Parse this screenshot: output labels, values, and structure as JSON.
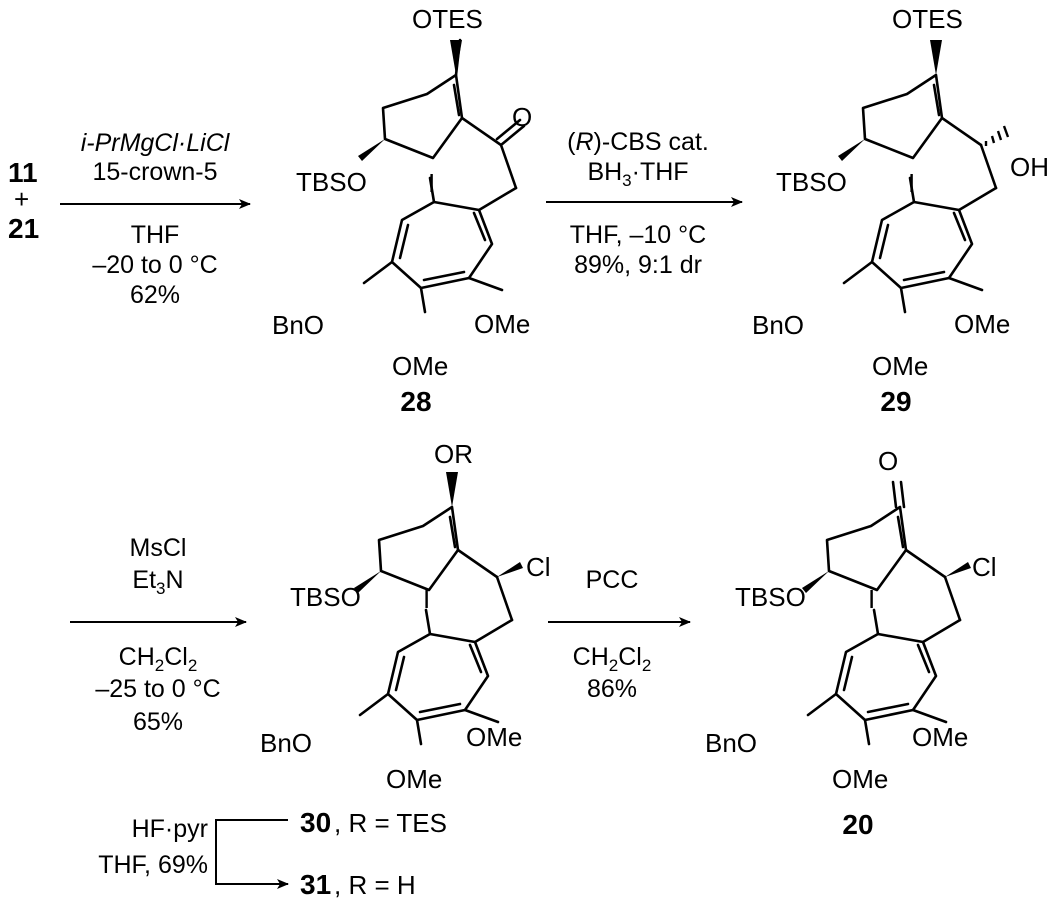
{
  "reactants": {
    "a": "11",
    "plus": "+",
    "b": "21"
  },
  "step1": {
    "above": [
      "i-PrMgCl·LiCl",
      "15-crown-5"
    ],
    "below": [
      "THF",
      "–20 to 0 °C",
      "62%"
    ]
  },
  "step2": {
    "above": [
      "(R)-CBS cat.",
      "BH3·THF"
    ],
    "below": [
      "THF, –10 °C",
      "89%, 9:1 dr"
    ]
  },
  "step3": {
    "above": [
      "MsCl",
      "Et3N"
    ],
    "below": [
      "CH2Cl2",
      "–25 to 0 °C",
      "65%"
    ]
  },
  "step4": {
    "above": [
      "PCC"
    ],
    "below": [
      "CH2Cl2",
      "86%"
    ]
  },
  "step5": {
    "reagents": [
      "HF·pyr",
      "THF, 69%"
    ]
  },
  "compounds": {
    "c28": {
      "number": "28",
      "top": "OTES",
      "side": "O"
    },
    "c29": {
      "number": "29",
      "top": "OTES",
      "side": "OH"
    },
    "c30": {
      "number": "30",
      "desc": ", R = TES",
      "top": "OR",
      "side": "Cl"
    },
    "c31": {
      "number": "31",
      "desc": ", R = H"
    },
    "c20": {
      "number": "20",
      "top": "O",
      "side": "Cl"
    }
  },
  "groups": {
    "tbso": "TBSO",
    "iodo": "I",
    "bno": "BnO",
    "ome": "OMe"
  }
}
